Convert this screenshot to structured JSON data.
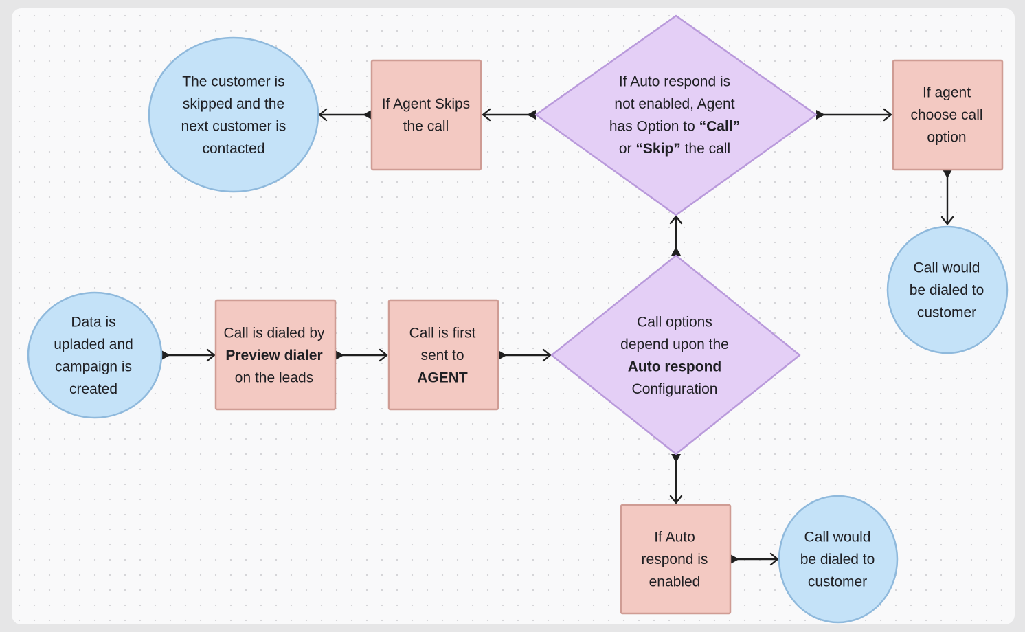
{
  "nodes": {
    "skipped_customer": {
      "lines": [
        [
          {
            "t": "The customer is"
          }
        ],
        [
          {
            "t": "skipped and the"
          }
        ],
        [
          {
            "t": "next customer is"
          }
        ],
        [
          {
            "t": "contacted"
          }
        ]
      ]
    },
    "agent_skips": {
      "lines": [
        [
          {
            "t": "If Agent Skips"
          }
        ],
        [
          {
            "t": "the call"
          }
        ]
      ]
    },
    "auto_respond_not_enabled": {
      "lines": [
        [
          {
            "t": "If Auto respond is"
          }
        ],
        [
          {
            "t": "not enabled, Agent"
          }
        ],
        [
          {
            "t": "has Option to "
          },
          {
            "t": "“Call”",
            "b": true
          }
        ],
        [
          {
            "t": "or "
          },
          {
            "t": "“Skip”",
            "b": true
          },
          {
            "t": " the call"
          }
        ]
      ]
    },
    "agent_choose_call": {
      "lines": [
        [
          {
            "t": "If agent"
          }
        ],
        [
          {
            "t": "choose call"
          }
        ],
        [
          {
            "t": "option"
          }
        ]
      ]
    },
    "dialed_top": {
      "lines": [
        [
          {
            "t": "Call would"
          }
        ],
        [
          {
            "t": "be dialed to"
          }
        ],
        [
          {
            "t": "customer"
          }
        ]
      ]
    },
    "data_uploaded": {
      "lines": [
        [
          {
            "t": "Data is"
          }
        ],
        [
          {
            "t": "upladed and"
          }
        ],
        [
          {
            "t": "campaign is"
          }
        ],
        [
          {
            "t": "created"
          }
        ]
      ]
    },
    "preview_dialer": {
      "lines": [
        [
          {
            "t": "Call is dialed by"
          }
        ],
        [
          {
            "t": "Preview dialer",
            "b": true
          }
        ],
        [
          {
            "t": "on the leads"
          }
        ]
      ]
    },
    "sent_to_agent": {
      "lines": [
        [
          {
            "t": "Call is first"
          }
        ],
        [
          {
            "t": "sent to"
          }
        ],
        [
          {
            "t": "AGENT",
            "b": true
          }
        ]
      ]
    },
    "call_options": {
      "lines": [
        [
          {
            "t": "Call options"
          }
        ],
        [
          {
            "t": "depend upon the"
          }
        ],
        [
          {
            "t": "Auto respond",
            "b": true
          }
        ],
        [
          {
            "t": "Configuration"
          }
        ]
      ]
    },
    "auto_respond_enabled": {
      "lines": [
        [
          {
            "t": "If Auto"
          }
        ],
        [
          {
            "t": "respond is"
          }
        ],
        [
          {
            "t": "enabled"
          }
        ]
      ]
    },
    "dialed_bottom": {
      "lines": [
        [
          {
            "t": "Call would"
          }
        ],
        [
          {
            "t": "be dialed to"
          }
        ],
        [
          {
            "t": "customer"
          }
        ]
      ]
    }
  },
  "colors": {
    "circle_fill": "#c4e2f8",
    "rect_fill": "#f3c9c2",
    "diamond_fill": "#e4cff6",
    "edge": "#1f1f1f"
  }
}
